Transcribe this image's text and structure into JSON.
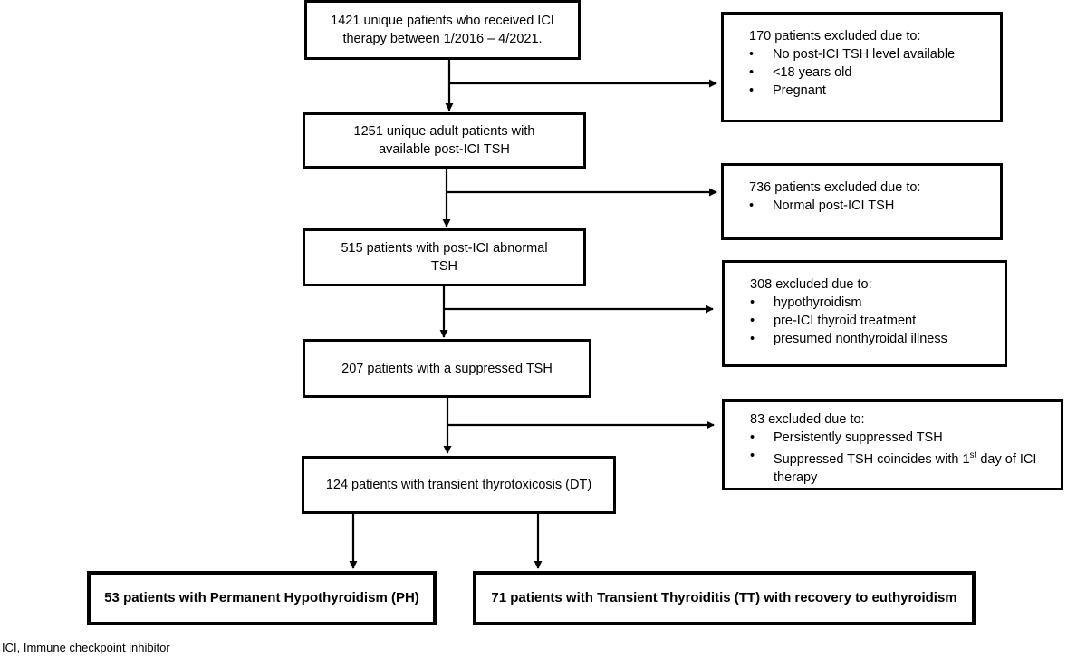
{
  "flow": {
    "step1": {
      "lines": [
        "1421 unique patients who received ICI",
        "therapy between 1/2016 – 4/2021."
      ]
    },
    "step2": {
      "lines": [
        "1251 unique adult patients with",
        "available post-ICI TSH"
      ]
    },
    "step3": {
      "lines": [
        "515 patients with post-ICI abnormal",
        "TSH"
      ]
    },
    "step4": {
      "lines": [
        "207 patients with a suppressed TSH"
      ]
    },
    "step5": {
      "lines": [
        "124 patients with transient thyrotoxicosis (DT)"
      ]
    },
    "outcome_left": {
      "text": "53 patients with Permanent Hypothyroidism (PH)"
    },
    "outcome_right": {
      "text": "71 patients with Transient Thyroiditis (TT) with recovery to euthyroidism"
    }
  },
  "exclusions": {
    "excl1": {
      "title": "170 patients excluded due to:",
      "items": [
        "No post-ICI TSH level available",
        "<18 years old",
        "Pregnant"
      ]
    },
    "excl2": {
      "title": "736 patients excluded due to:",
      "items": [
        "Normal post-ICI TSH"
      ]
    },
    "excl3": {
      "title": "308 excluded due to:",
      "items": [
        "hypothyroidism",
        "pre-ICI thyroid treatment",
        "presumed nonthyroidal illness"
      ]
    },
    "excl4": {
      "title": "83 excluded due to:",
      "item1": "Persistently suppressed TSH",
      "item2_pre": "Suppressed TSH coincides with 1",
      "item2_sup": "st",
      "item2_post": " day of ICI therapy"
    }
  },
  "footnote": "ICI, Immune checkpoint inhibitor"
}
